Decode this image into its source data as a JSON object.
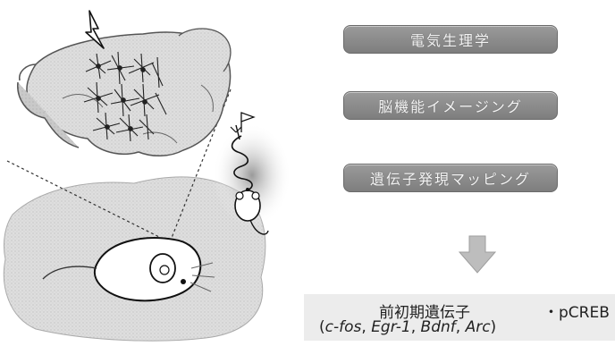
{
  "methods": [
    {
      "label": "電気生理学"
    },
    {
      "label": "脳機能イメージング"
    },
    {
      "label": "遺伝子発現マッピング"
    }
  ],
  "result": {
    "main_label": "前初期遺伝子",
    "secondary_label": "・pCREB",
    "paren_open": "(",
    "genes": [
      "c-fos",
      "Egr-1",
      "Bdnf",
      "Arc"
    ],
    "separator": ", ",
    "paren_close": ")"
  },
  "colors": {
    "box_fill": "#8c8c8c",
    "arrow_fill": "#bdbdbd",
    "result_bg": "#ececec"
  }
}
